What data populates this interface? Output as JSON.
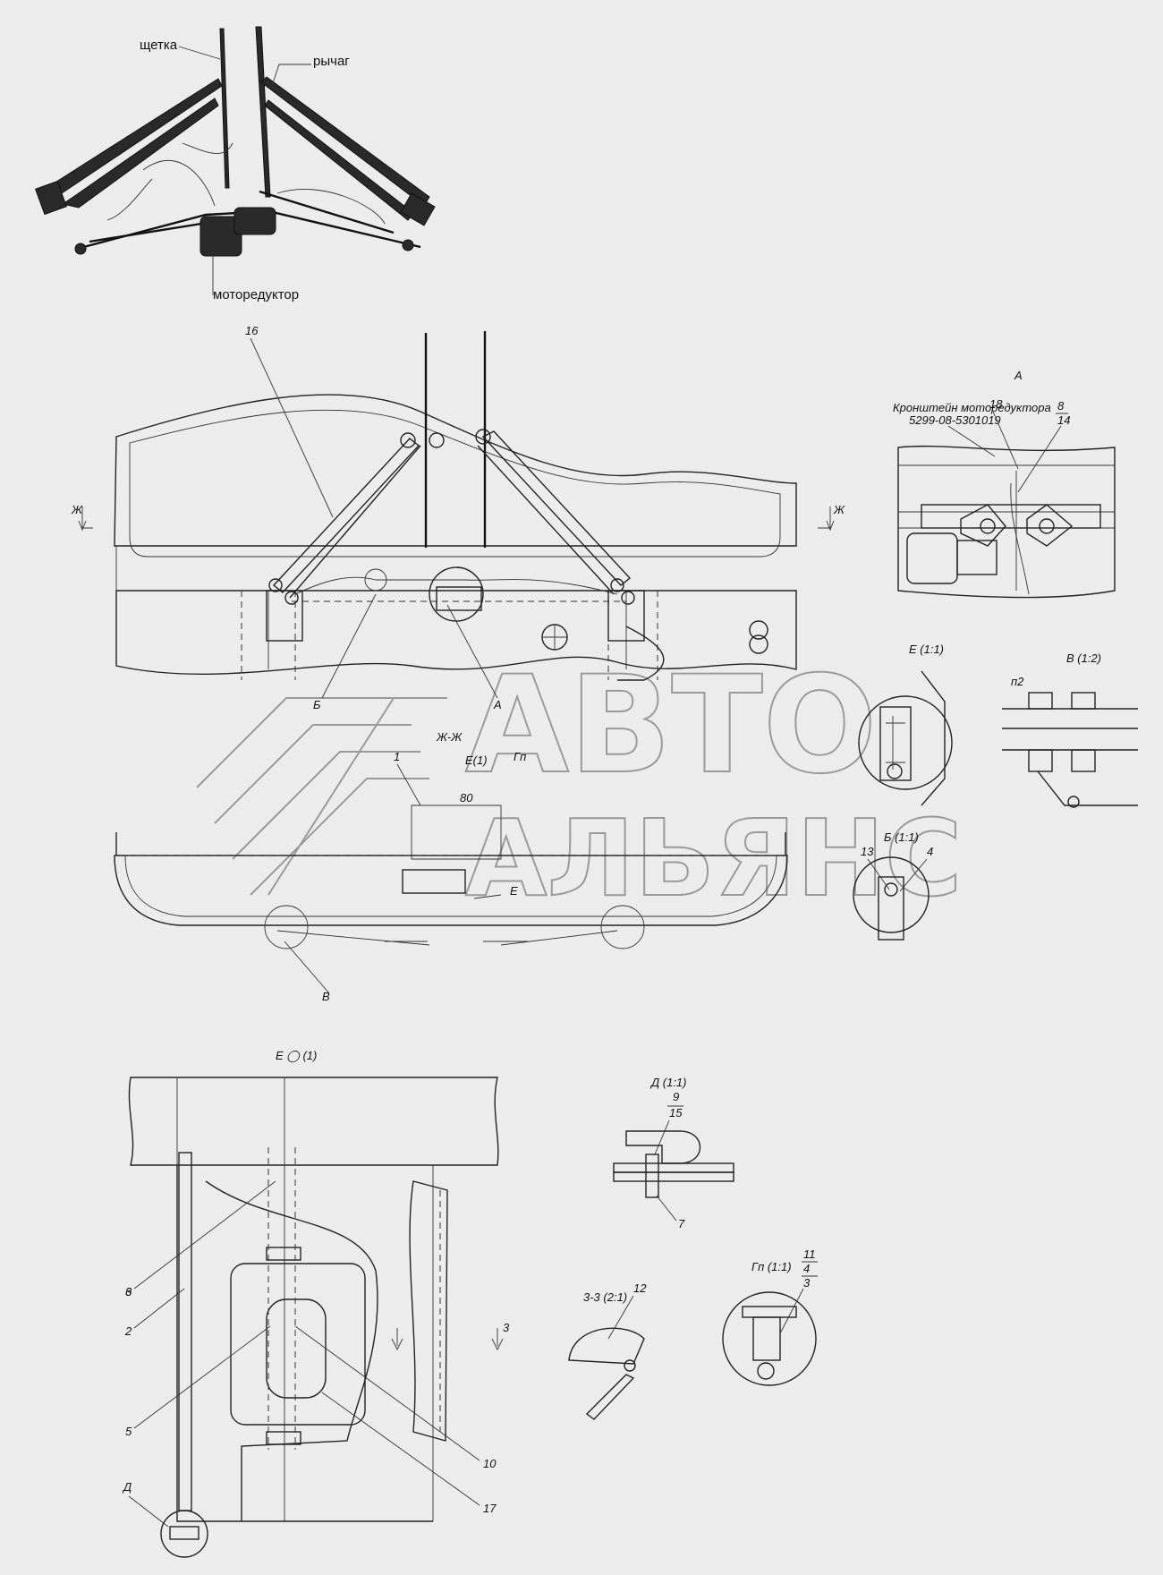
{
  "photo_labels": {
    "brush": "щетка",
    "lever": "рычаг",
    "motor_reducer": "моторедуктор"
  },
  "watermark": {
    "line1": "АВТО",
    "line2": "АЛЬЯНС"
  },
  "views": {
    "zh": "Ж-Ж",
    "a": "А",
    "e11": "Е (1:1)",
    "v12": "В (1:2)",
    "b11": "Б (1:1)",
    "e_large": "Е ◯ (1)",
    "d11": "Д (1:1)",
    "z21": "3-3 (2:1)",
    "g11": "Гп (1:1)"
  },
  "bracket_note": {
    "line1": "Кронштейн моторедуктора",
    "line2": "5299-08-5301019"
  },
  "section_marks": {
    "zh_left": "Ж",
    "zh_right": "Ж",
    "z_left": "3",
    "z_right": "3",
    "b": "Б",
    "a": "А",
    "v": "В",
    "d": "Д",
    "e_small": "Е",
    "e_zh": "Е(1)",
    "g_zh": "Гп",
    "bd": "80",
    "n2": "п2"
  },
  "positions": {
    "p1": "1",
    "p2": "2",
    "p3": "3",
    "p4": "4",
    "p4b": "4",
    "p5": "5",
    "p6": "6",
    "p7": "7",
    "p8": "8",
    "p9": "9",
    "p10": "10",
    "p11": "11",
    "p12": "12",
    "p13": "13",
    "p14": "14",
    "p15": "15",
    "p16": "16",
    "p17": "17",
    "p18": "18"
  }
}
